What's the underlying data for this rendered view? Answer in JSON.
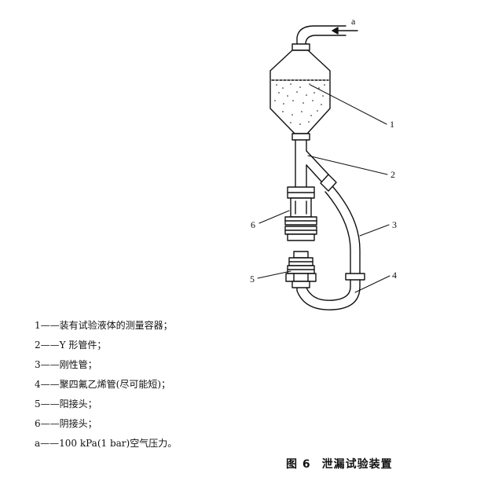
{
  "figure": {
    "caption_number": "图 6",
    "caption_title": "泄漏试验装置"
  },
  "callouts": {
    "a": "a",
    "c1": "1",
    "c2": "2",
    "c3": "3",
    "c4": "4",
    "c5": "5",
    "c6": "6"
  },
  "legend": [
    {
      "key": "1",
      "dash": "——",
      "text": "装有试验液体的测量容器；"
    },
    {
      "key": "2",
      "dash": "——",
      "text": "Y 形管件；"
    },
    {
      "key": "3",
      "dash": "——",
      "text": "刚性管；"
    },
    {
      "key": "4",
      "dash": "——",
      "text": "聚四氟乙烯管(尽可能短)；"
    },
    {
      "key": "5",
      "dash": "——",
      "text": "阳接头；"
    },
    {
      "key": "6",
      "dash": "——",
      "text": "阴接头；"
    },
    {
      "key": "a",
      "dash": "——",
      "text": "100 kPa(1 bar)空气压力。"
    }
  ]
}
